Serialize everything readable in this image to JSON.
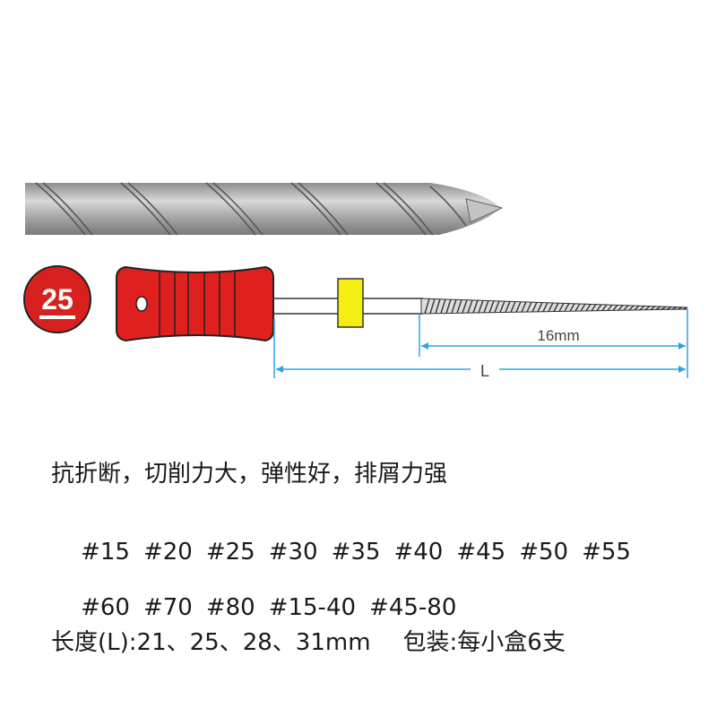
{
  "diagram": {
    "badge_number": "25",
    "tip_length_label": "16mm",
    "total_length_label": "L",
    "colors": {
      "handle": "#e0201f",
      "badge": "#d8211f",
      "stopper": "#f5ee12",
      "dimension": "#2ba6e0",
      "spiral": "#a9a9a9"
    }
  },
  "description_line": "抗折断，切削力大，弹性好，排屑力强",
  "sizes_row1": [
    "#15",
    "#20",
    "#25",
    "#30",
    "#35",
    "#40",
    "#45",
    "#50",
    "#55"
  ],
  "sizes_row2": [
    "#60",
    "#70",
    "#80",
    "#15-40",
    "#45-80"
  ],
  "length_info": "长度(L):21、25、28、31mm",
  "packaging_info": "包装:每小盒6支"
}
